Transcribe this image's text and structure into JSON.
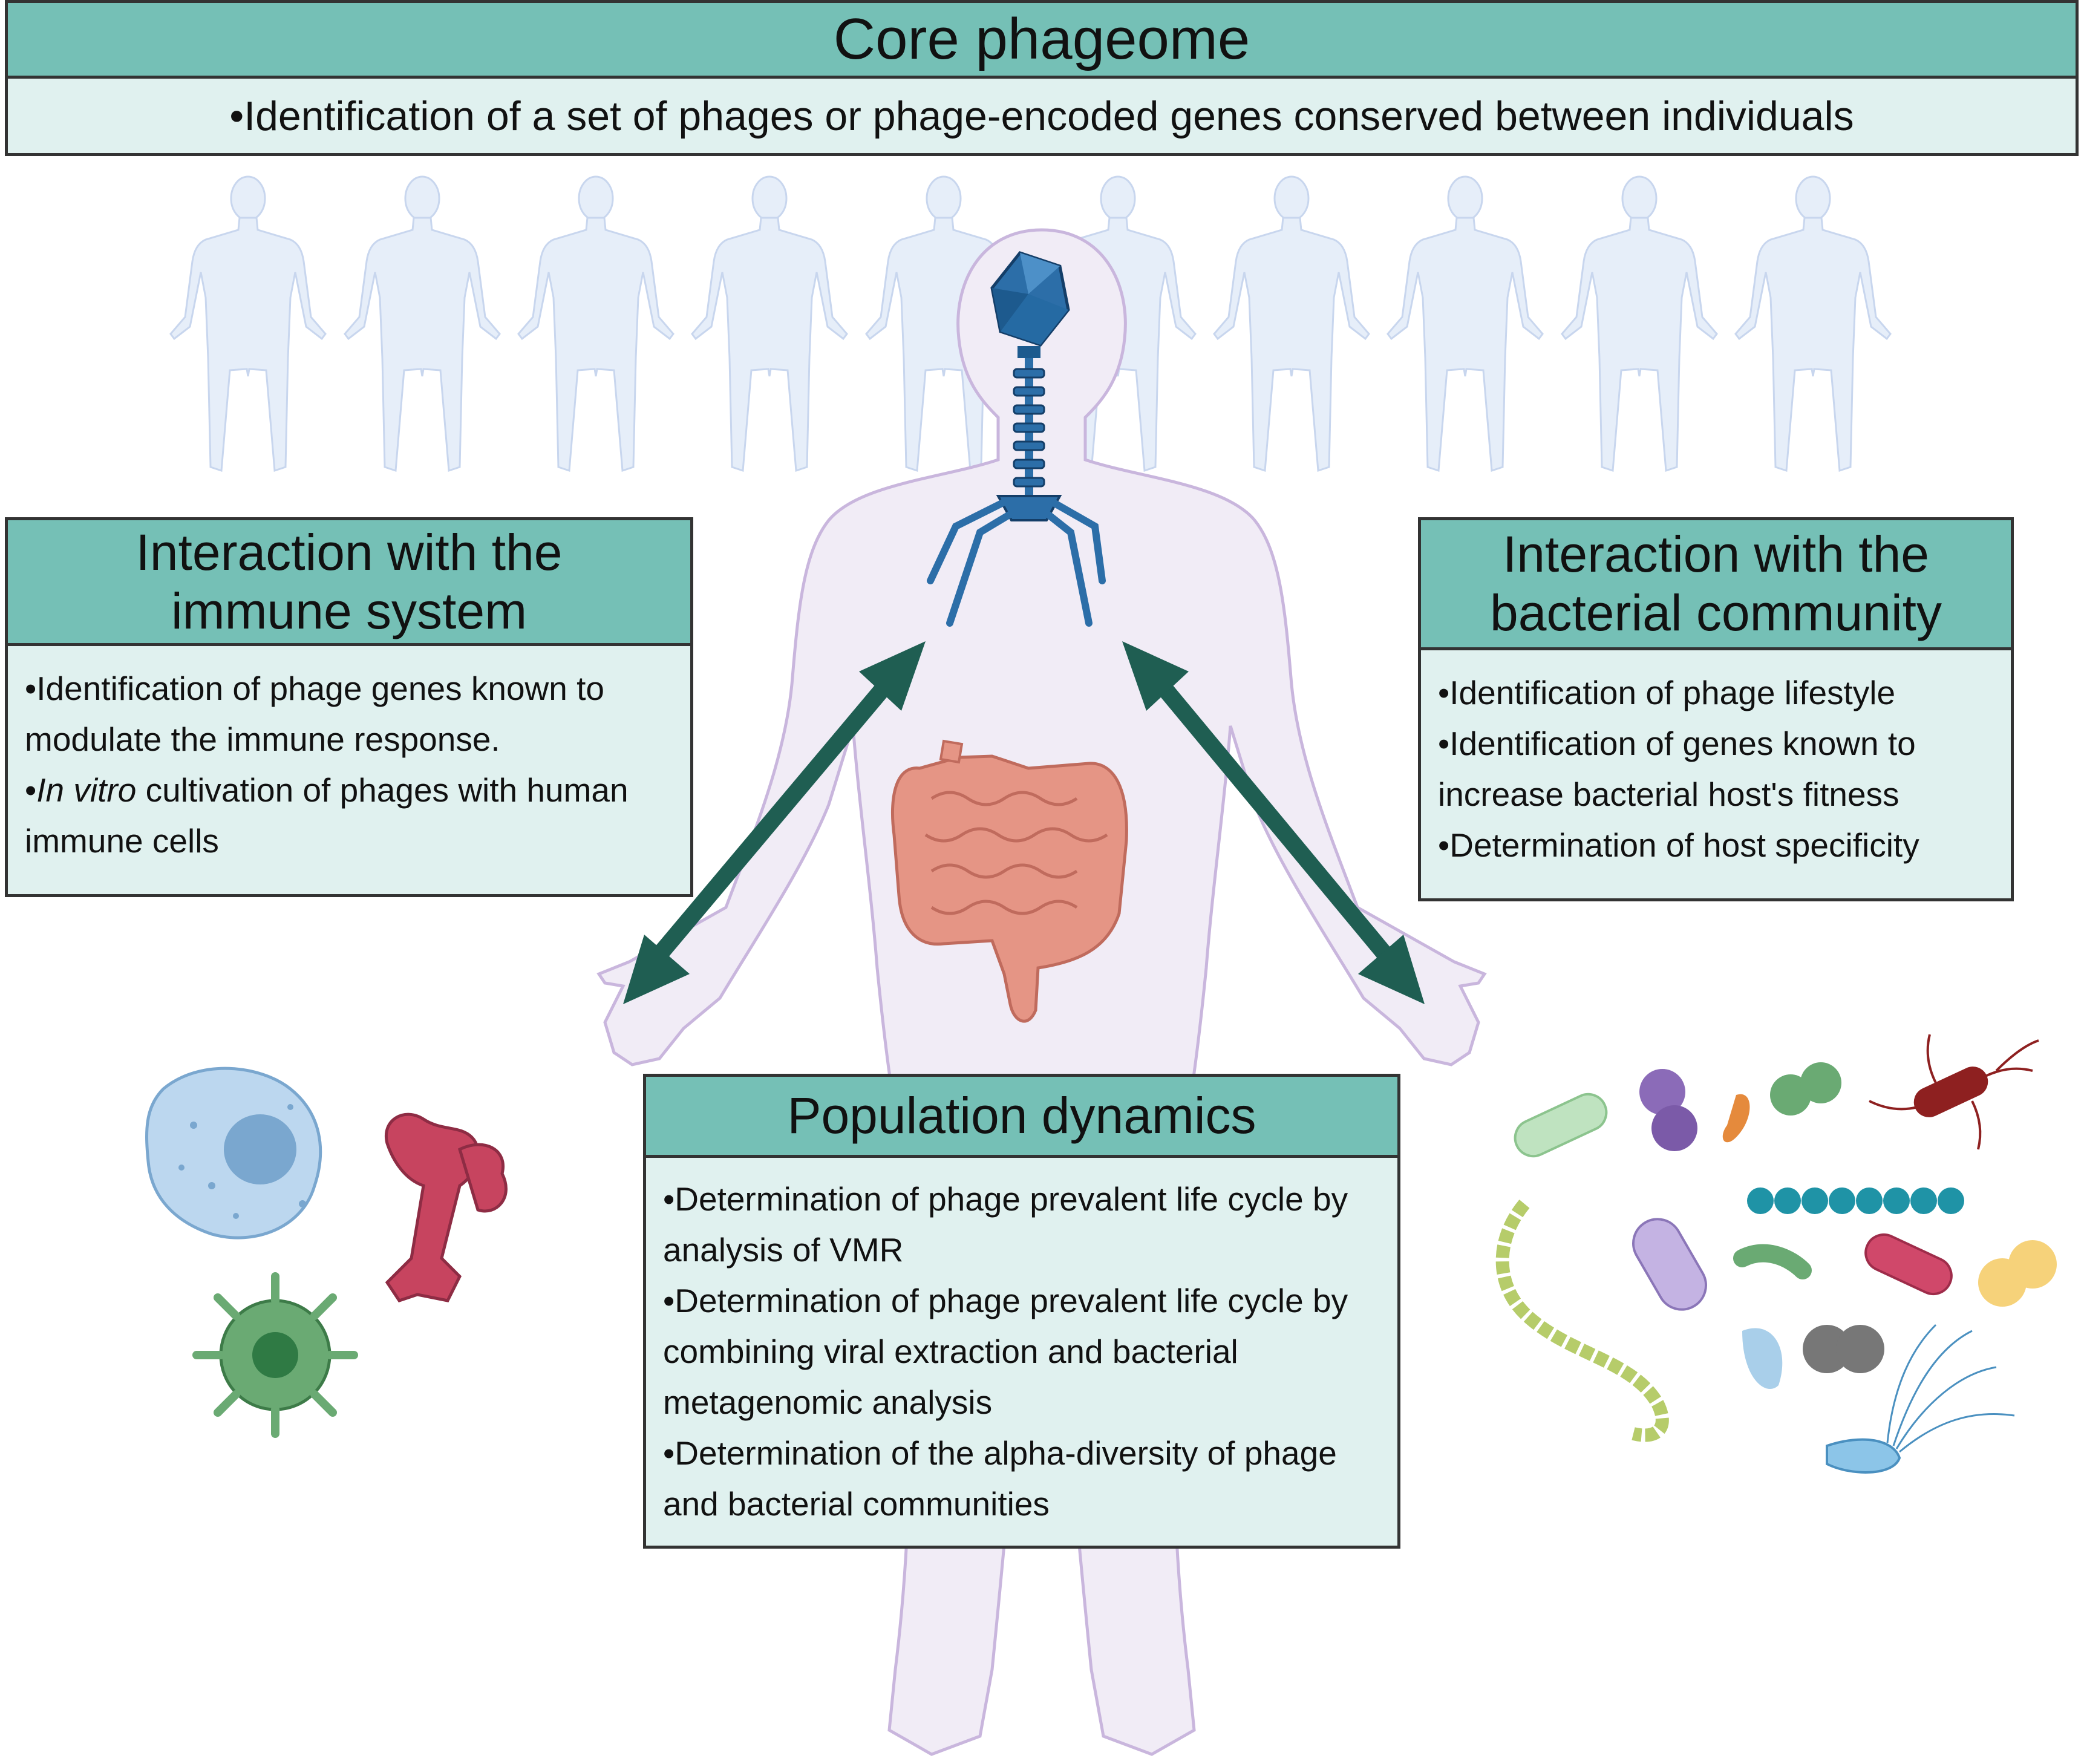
{
  "core": {
    "title": "Core phageome",
    "text": "•Identification of a set of phages or phage-encoded genes conserved between individuals"
  },
  "immune": {
    "title_line1": "Interaction with the",
    "title_line2": "immune system",
    "bullets": [
      "•Identification of phage genes known to modulate the immune response.",
      "cultivation of phages with human immune cells"
    ],
    "italic_prefix": "In vitro",
    "bullet_prefix": "•"
  },
  "bacterial": {
    "title_line1": "Interaction with the",
    "title_line2": "bacterial community",
    "bullets": [
      "•Identification of phage lifestyle",
      "•Identification of genes known to increase bacterial host's fitness",
      "•Determination of host specificity"
    ]
  },
  "population": {
    "title": "Population dynamics",
    "bullets": [
      "•Determination of phage prevalent life cycle by analysis of VMR",
      "•Determination of phage prevalent life cycle by combining viral extraction and bacterial metagenomic analysis",
      "•Determination of the alpha-diversity of phage and bacterial communities"
    ]
  },
  "colors": {
    "header_teal": "#75c0b6",
    "body_mint": "#e0f1ef",
    "arrow_green": "#1f5e52",
    "phage_blue": "#1d5a8e",
    "body_lilac": "#f1ecf6",
    "silhouette_blue": "#e6eef9"
  },
  "icons": [
    "human-silhouette",
    "bacteriophage-icon",
    "intestine-icon",
    "immune-cell-icons",
    "bacteria-icons",
    "double-arrow"
  ]
}
